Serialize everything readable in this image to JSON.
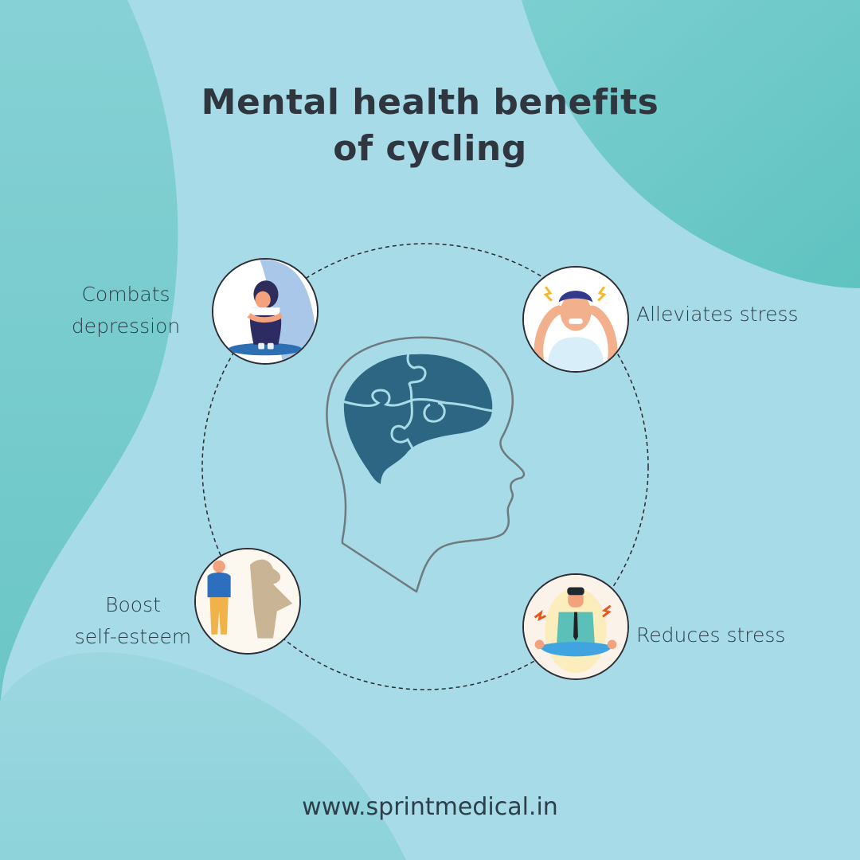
{
  "title": {
    "line1": "Mental health benefits",
    "line2": "of cycling"
  },
  "benefits": [
    {
      "label_line1": "Combats",
      "label_line2": "depression",
      "icon": "sad-woman-icon",
      "position": "top-left"
    },
    {
      "label_line1": "Alleviates stress",
      "label_line2": "",
      "icon": "stressed-man-icon",
      "position": "top-right"
    },
    {
      "label_line1": "Boost",
      "label_line2": "self-esteem",
      "icon": "confident-man-icon",
      "position": "bottom-left"
    },
    {
      "label_line1": "Reduces stress",
      "label_line2": "",
      "icon": "meditating-man-icon",
      "position": "bottom-right"
    }
  ],
  "center_icon": "head-puzzle-brain-icon",
  "footer": {
    "url": "www.sprintmedical.in"
  },
  "colors": {
    "background": "#a6dbe7",
    "wave_dark": "#6cc9c6",
    "wave_left": "#85cfd3",
    "title": "#30363f",
    "text": "#2c3e4a",
    "brain": "#2d6682",
    "head_outline": "#6f7a80"
  }
}
